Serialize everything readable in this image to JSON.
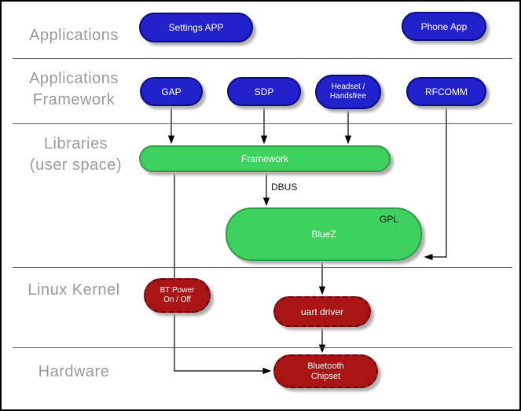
{
  "layers": {
    "applications": "Applications",
    "app_framework": "Applications\nFramework",
    "libraries": "Libraries\n(user space)",
    "kernel": "Linux Kernel",
    "hardware": "Hardware"
  },
  "nodes": {
    "settings_app": "Settings APP",
    "phone_app": "Phone App",
    "gap": "GAP",
    "sdp": "SDP",
    "headset": "Headset /\nHandsfree",
    "rfcomm": "RFCOMM",
    "framework": "Framework",
    "bluez": "BlueZ",
    "gpl": "GPL",
    "bt_power": "BT Power\nOn / Off",
    "uart_driver": "uart driver",
    "chipset": "Bluetooth\nChipset"
  },
  "edges": {
    "dbus": "DBUS"
  },
  "colors": {
    "app_node": "#2222cc",
    "lib_node": "#3fd160",
    "kernel_node": "#a91414",
    "label_text": "#9a9a9a"
  }
}
